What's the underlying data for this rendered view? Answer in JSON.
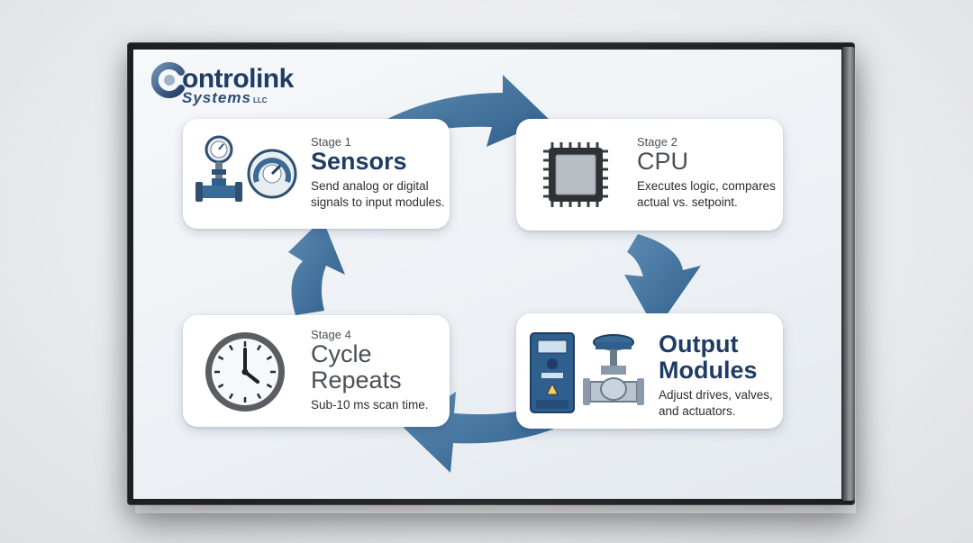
{
  "logo": {
    "main": "ontrolink",
    "sub": "Systems",
    "llc": "LLC"
  },
  "stages": [
    {
      "stage": "Stage 1",
      "title": "Sensors",
      "description_lines": [
        "Send analog or digital",
        "signals to input modules."
      ],
      "icons": [
        "pressure-gauge-pipe-icon",
        "dial-gauge-icon"
      ]
    },
    {
      "stage": "Stage 2",
      "title": "CPU",
      "description_lines": [
        "Executes logic, compares",
        "actual vs. setpoint."
      ],
      "icons": [
        "cpu-chip-icon"
      ]
    },
    {
      "stage": "",
      "title_lines": [
        "Output",
        "Modules"
      ],
      "description_lines": [
        "Adjust drives, valves,",
        "and actuators."
      ],
      "icons": [
        "variable-frequency-drive-icon",
        "control-valve-icon"
      ]
    },
    {
      "stage": "Stage 4",
      "title_lines": [
        "Cycle",
        "Repeats"
      ],
      "description_lines": [
        "Sub-10 ms scan time."
      ],
      "icons": [
        "clock-icon"
      ]
    }
  ],
  "colors": {
    "brand": "#1f3d64",
    "arrow": "#4a79a3",
    "card": "#ffffff"
  }
}
